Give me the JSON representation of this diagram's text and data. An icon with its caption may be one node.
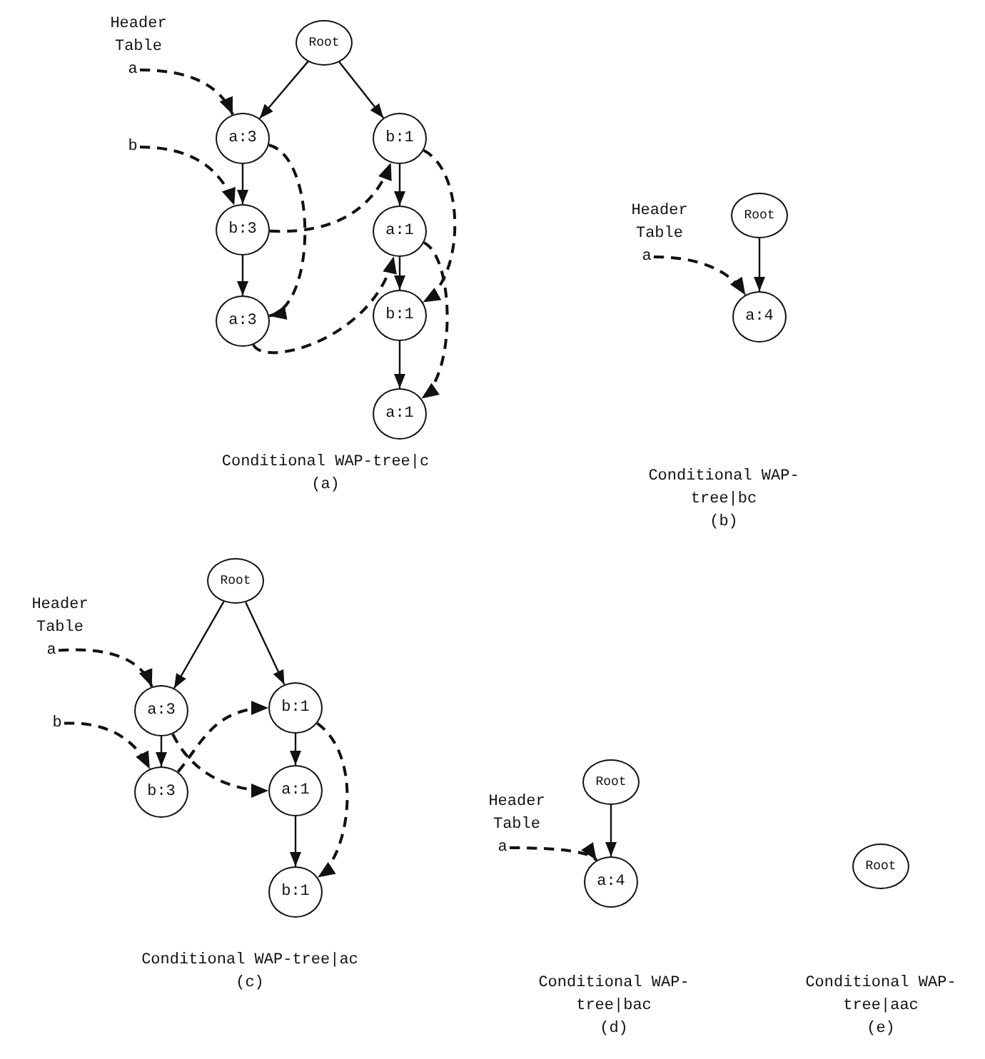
{
  "diagram": {
    "nodes": [
      {
        "text": [
          "Root"
        ]
      },
      {
        "text": [
          "a:3"
        ]
      },
      {
        "text": [
          "b:1"
        ]
      },
      {
        "text": [
          "b:3"
        ]
      },
      {
        "text": [
          "a:1"
        ]
      },
      {
        "text": [
          "a:3"
        ]
      },
      {
        "text": [
          "b:1"
        ]
      },
      {
        "text": [
          "a:1"
        ]
      },
      {
        "text": [
          "a"
        ]
      },
      {
        "text": [
          "b"
        ]
      },
      {
        "text": [
          "Root"
        ]
      },
      {
        "text": [
          "a:4"
        ]
      },
      {
        "text": [
          "a"
        ]
      },
      {
        "text": [
          "Root"
        ]
      },
      {
        "text": [
          "a:3"
        ]
      },
      {
        "text": [
          "b:1"
        ]
      },
      {
        "text": [
          "b:3"
        ]
      },
      {
        "text": [
          "a:1"
        ]
      },
      {
        "text": [
          "b:1"
        ]
      },
      {
        "text": [
          "a"
        ]
      },
      {
        "text": [
          "b"
        ]
      },
      {
        "text": [
          "Root"
        ]
      },
      {
        "text": [
          "a:4"
        ]
      },
      {
        "text": [
          "a"
        ]
      },
      {
        "text": [
          "Root"
        ]
      }
    ],
    "edges": [
      {
        "from": 0,
        "to": 1,
        "arrow": "to"
      },
      {
        "from": 0,
        "to": 2,
        "arrow": "to"
      },
      {
        "from": 1,
        "to": 3,
        "arrow": "to"
      },
      {
        "from": 3,
        "to": 5,
        "arrow": "to"
      },
      {
        "from": 2,
        "to": 4,
        "arrow": "to"
      },
      {
        "from": 4,
        "to": 6,
        "arrow": "to"
      },
      {
        "from": 6,
        "to": 7,
        "arrow": "to"
      },
      {
        "from": 8,
        "to": 1,
        "arrow": "to",
        "style": "dashed"
      },
      {
        "from": 1,
        "to": 5,
        "arrow": "to",
        "style": "dashed"
      },
      {
        "from": 9,
        "to": 3,
        "arrow": "to",
        "style": "dashed"
      },
      {
        "from": 3,
        "to": 2,
        "arrow": "to",
        "style": "dashed"
      },
      {
        "from": 5,
        "to": 4,
        "arrow": "to",
        "style": "dashed"
      },
      {
        "from": 2,
        "to": 6,
        "arrow": "to",
        "style": "dashed"
      },
      {
        "from": 4,
        "to": 7,
        "arrow": "to",
        "style": "dashed"
      },
      {
        "from": 10,
        "to": 11,
        "arrow": "to"
      },
      {
        "from": 12,
        "to": 11,
        "arrow": "to",
        "style": "dashed"
      },
      {
        "from": 13,
        "to": 14,
        "arrow": "to"
      },
      {
        "from": 13,
        "to": 15,
        "arrow": "to"
      },
      {
        "from": 14,
        "to": 16,
        "arrow": "to"
      },
      {
        "from": 15,
        "to": 17,
        "arrow": "to"
      },
      {
        "from": 17,
        "to": 18,
        "arrow": "to"
      },
      {
        "from": 19,
        "to": 14,
        "arrow": "to",
        "style": "dashed"
      },
      {
        "from": 20,
        "to": 16,
        "arrow": "to",
        "style": "dashed"
      },
      {
        "from": 16,
        "to": 15,
        "arrow": "to",
        "style": "dashed"
      },
      {
        "from": 14,
        "to": 17,
        "arrow": "to",
        "style": "dashed"
      },
      {
        "from": 15,
        "to": 18,
        "arrow": "to",
        "style": "dashed"
      },
      {
        "from": 21,
        "to": 22,
        "arrow": "to"
      },
      {
        "from": 23,
        "to": 22,
        "arrow": "to",
        "style": "dashed"
      }
    ],
    "labels": [
      "Header Table",
      "Conditional WAP-tree|c",
      "(a)",
      "Header Table",
      "Conditional WAP-tree|bc",
      "(b)",
      "Header Table",
      "Conditional WAP-tree|ac",
      "(c)",
      "Header Table",
      "Conditional WAP-tree|bac",
      "(d)",
      "Conditional WAP-tree|aac",
      "(e)"
    ]
  }
}
